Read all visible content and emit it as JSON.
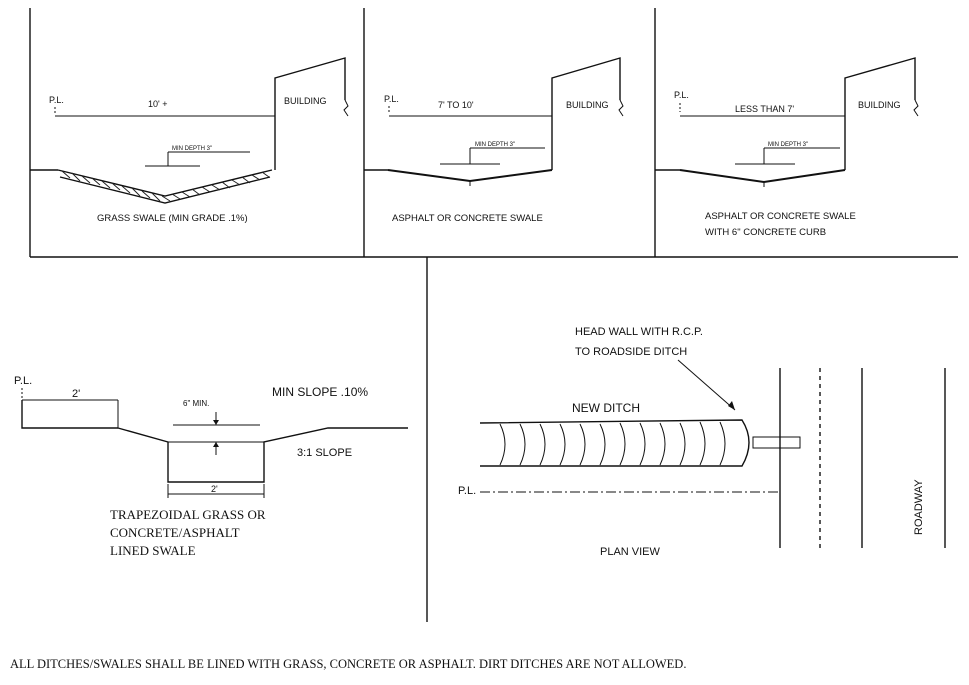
{
  "panels": {
    "grass_swale": {
      "pl": "P.L.",
      "width": "10' +",
      "building": "BUILDING",
      "min_depth": "MIN DEPTH 3\"",
      "caption": "GRASS SWALE (MIN GRADE .1%)"
    },
    "asphalt_swale": {
      "pl": "P.L.",
      "width": "7' TO 10'",
      "building": "BUILDING",
      "min_depth": "MIN DEPTH 3\"",
      "caption": "ASPHALT OR CONCRETE SWALE"
    },
    "curb_swale": {
      "pl": "P.L.",
      "width": "LESS THAN 7'",
      "building": "BUILDING",
      "min_depth": "MIN DEPTH 3\"",
      "caption_line1": "ASPHALT OR CONCRETE SWALE",
      "caption_line2": "WITH 6\" CONCRETE CURB"
    },
    "trapezoidal": {
      "pl": "P.L.",
      "offset": "2'",
      "depth": "6\" MIN.",
      "min_slope": "MIN SLOPE .10%",
      "side_slope": "3:1 SLOPE",
      "bottom": "2'",
      "caption_line1": "TRAPEZOIDAL GRASS OR",
      "caption_line2": "CONCRETE/ASPHALT",
      "caption_line3": "LINED SWALE"
    },
    "plan_view": {
      "headwall_line1": "HEAD WALL WITH R.C.P.",
      "headwall_line2": "TO ROADSIDE DITCH",
      "new_ditch": "NEW DITCH",
      "pl": "P.L.",
      "caption": "PLAN VIEW",
      "roadway": "ROADWAY"
    }
  },
  "footer_note": "ALL DITCHES/SWALES SHALL BE LINED WITH GRASS, CONCRETE OR ASPHALT. DIRT DITCHES ARE NOT ALLOWED.",
  "colors": {
    "ink": "#111111",
    "background": "#ffffff"
  }
}
